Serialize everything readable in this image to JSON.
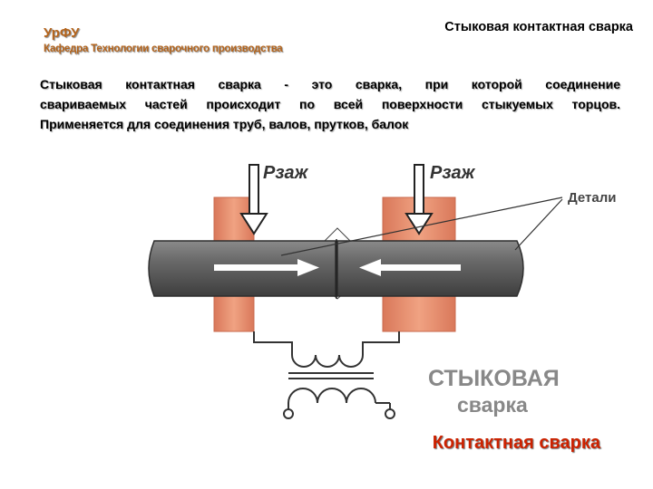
{
  "header": {
    "org": "УрФУ",
    "department": "Кафедра Технологии сварочного производства",
    "title": "Стыковая контактная сварка"
  },
  "intro": {
    "line1": "Стыковая контактная сварка - это сварка, при которой соединение",
    "line2": "свариваемых частей происходит по всей поверхности стыкуемых торцов.",
    "line3": "Применяется для соединения труб, валов, прутков, балок"
  },
  "diagram": {
    "force_left": "Pзаж",
    "force_right": "Pзаж",
    "parts_label": "Детали",
    "type_line1": "СТЫКОВАЯ",
    "type_line2": "сварка",
    "colors": {
      "electrode": "#e8906e",
      "rod": "#5a5a5a",
      "arrow": "#ffffff"
    }
  },
  "footer": {
    "caption": "Контактная сварка"
  }
}
